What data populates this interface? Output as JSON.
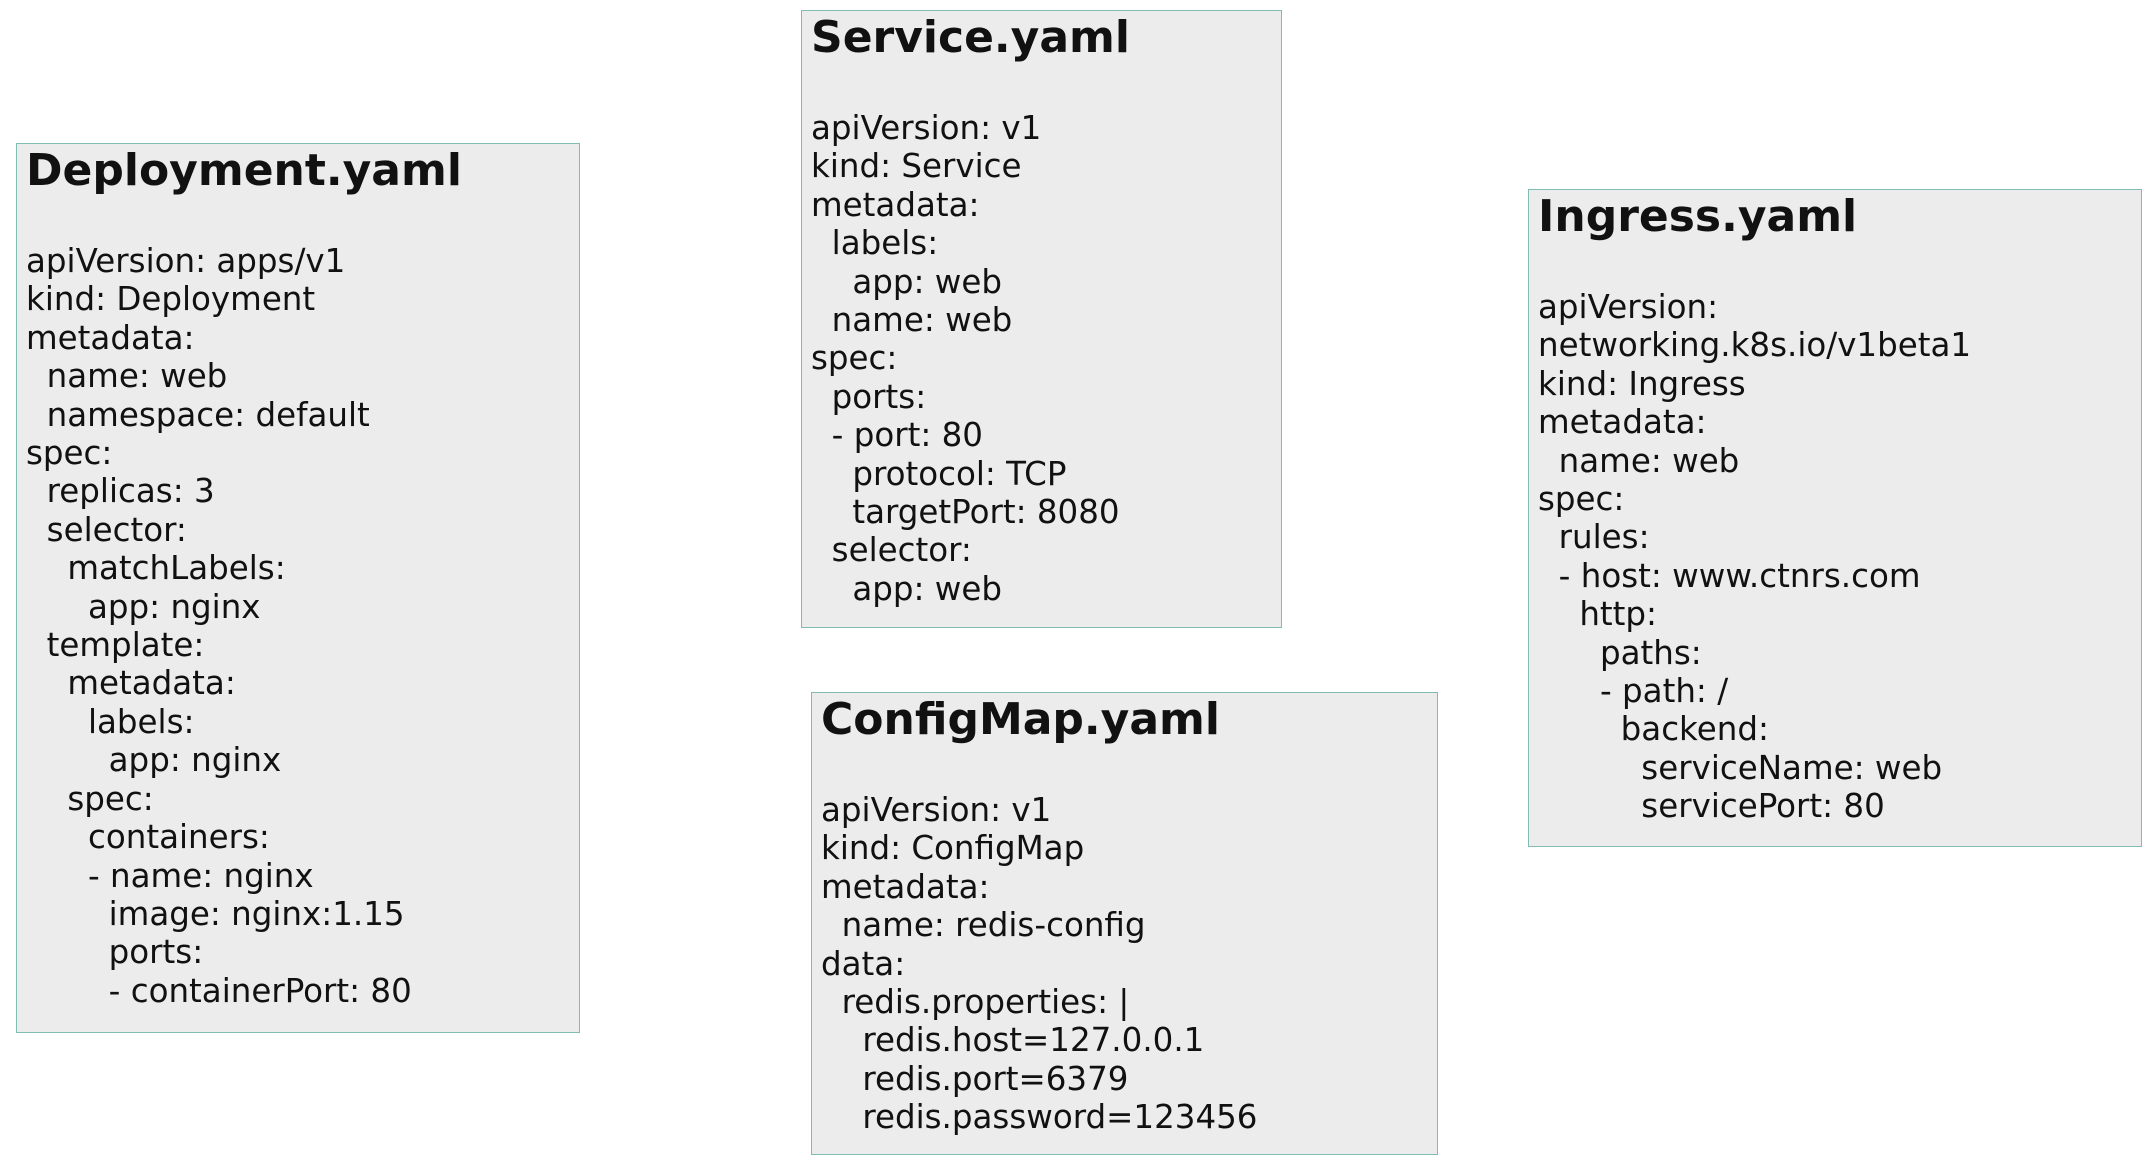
{
  "boxes": [
    {
      "title": "Deployment.yaml",
      "lines": [
        "apiVersion: apps/v1",
        "kind: Deployment",
        "metadata:",
        "  name: web",
        "  namespace: default",
        "spec:",
        "  replicas: 3",
        "  selector:",
        "    matchLabels:",
        "      app: nginx",
        "  template:",
        "    metadata:",
        "      labels:",
        "        app: nginx",
        "    spec:",
        "      containers:",
        "      - name: nginx",
        "        image: nginx:1.15",
        "        ports:",
        "        - containerPort: 80"
      ]
    },
    {
      "title": "Service.yaml",
      "lines": [
        "apiVersion: v1",
        "kind: Service",
        "metadata:",
        "  labels:",
        "    app: web",
        "  name: web",
        "spec:",
        "  ports:",
        "  - port: 80",
        "    protocol: TCP",
        "    targetPort: 8080",
        "  selector:",
        "    app: web"
      ]
    },
    {
      "title": "ConfigMap.yaml",
      "lines": [
        "apiVersion: v1",
        "kind: ConfigMap",
        "metadata:",
        "  name: redis-config",
        "data:",
        "  redis.properties: |",
        "    redis.host=127.0.0.1",
        "    redis.port=6379",
        "    redis.password=123456"
      ]
    },
    {
      "title": "Ingress.yaml",
      "lines": [
        "apiVersion:",
        "networking.k8s.io/v1beta1",
        "kind: Ingress",
        "metadata:",
        "  name: web",
        "spec:",
        "  rules:",
        "  - host: www.ctnrs.com",
        "    http:",
        "      paths:",
        "      - path: /",
        "        backend:",
        "          serviceName: web",
        "          servicePort: 80"
      ]
    }
  ]
}
